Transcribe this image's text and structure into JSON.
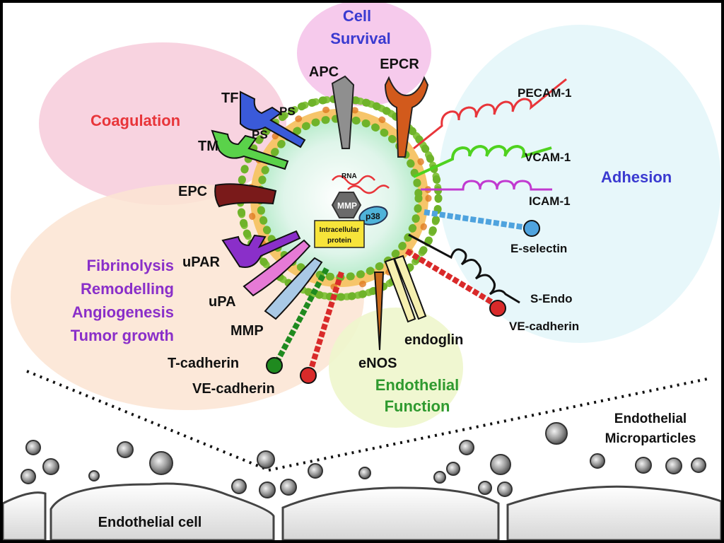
{
  "categories": {
    "cell_survival_1": "Cell",
    "cell_survival_2": "Survival",
    "coagulation": "Coagulation",
    "adhesion": "Adhesion",
    "fibrinolysis": "Fibrinolysis",
    "remodelling": "Remodelling",
    "angiogenesis": "Angiogenesis",
    "tumor_growth": "Tumor growth",
    "endothelial_function_1": "Endothelial",
    "endothelial_function_2": "Function"
  },
  "markers": {
    "apc": "APC",
    "epcr": "EPCR",
    "tf": "TF",
    "ps_top": "PS",
    "ps_bottom": "PS",
    "tm": "TM",
    "epc": "EPC",
    "upar": "uPAR",
    "upa": "uPA",
    "mmp_outer": "MMP",
    "t_cadherin": "T-cadherin",
    "ve_cadherin_left": "VE-cadherin",
    "enos": "eNOS",
    "endoglin": "endoglin",
    "ve_cadherin_right": "VE-cadherin",
    "s_endo": "S-Endo",
    "e_selectin": "E-selectin",
    "icam": "ICAM-1",
    "vcam": "VCAM-1",
    "pecam": "PECAM-1"
  },
  "interior": {
    "rna": "RNA",
    "mmp": "MMP",
    "p38": "p38",
    "protein_1": "Intracellular",
    "protein_2": "protein"
  },
  "bottom": {
    "emp_1": "Endothelial",
    "emp_2": "Microparticles",
    "cell": "Endothelial cell"
  },
  "colors": {
    "coagulation": "#e8353a",
    "cell_survival": "#3a3ad0",
    "adhesion": "#3a3ad0",
    "fibrinolysis": "#8a2fc9",
    "endothelial_function": "#2f9a2f",
    "membrane": "#f6c56a",
    "bead": "#86c440"
  }
}
